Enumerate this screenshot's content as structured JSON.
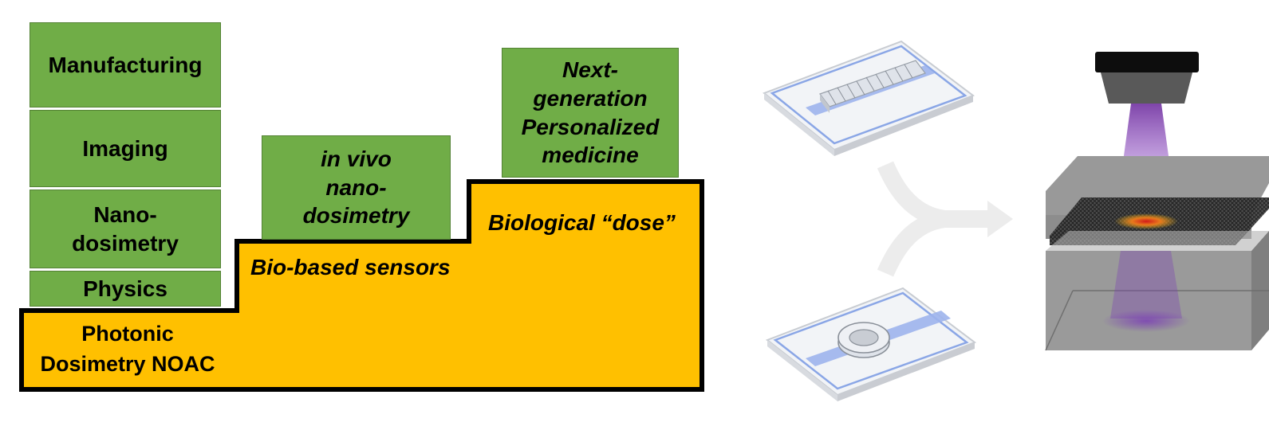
{
  "staircase": {
    "colors": {
      "fill": "#ffc000",
      "outline": "#000000",
      "box": "#70ad47",
      "box_border": "#548235"
    },
    "steps": [
      {
        "label": "Photonic\nDosimetry NOAC",
        "stack": [
          "Physics",
          "Nano-\ndosimetry",
          "Imaging",
          "Manufacturing"
        ]
      },
      {
        "label": "Bio-based sensors",
        "stack": [
          "in vivo\nnano-\ndosimetry"
        ]
      },
      {
        "label": "Biological “dose”",
        "stack": [
          "Next-\ngeneration\nPersonalized\nmedicine"
        ]
      }
    ]
  },
  "illustration": {
    "items": [
      "microchip-waveguide-array",
      "microchip-ring-resonator",
      "merge-arrow",
      "irradiation-phantom"
    ]
  }
}
